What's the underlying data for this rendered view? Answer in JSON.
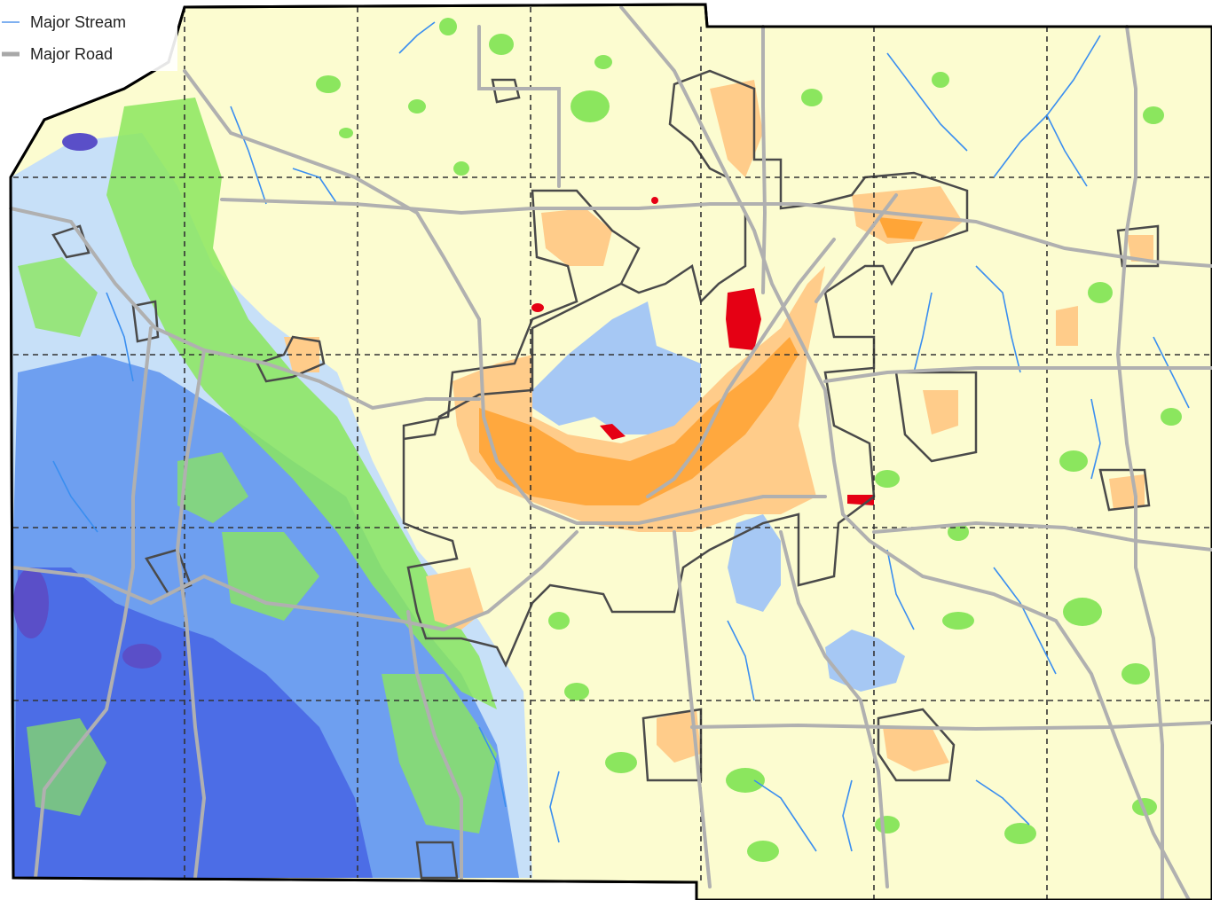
{
  "legend": {
    "items": [
      {
        "label": "Major Stream",
        "symbol": "stream-line",
        "color": "#7fb0f0"
      },
      {
        "label": "Major Road",
        "symbol": "road-line",
        "color": "#a8a8a8"
      }
    ]
  },
  "colors": {
    "background": "#fcfcd0",
    "low_light_blue": "#c7e0f8",
    "medium_blue": "#6e9ff0",
    "dark_blue": "#4c6de6",
    "deep_purple": "#5a4fc8",
    "green": "#8be65e",
    "lake": "#a6c8f4",
    "light_orange": "#ffcc8a",
    "orange": "#ff8a00",
    "red": "#e50014",
    "boundary": "#4a4a4a",
    "road": "#b0b0b0",
    "stream": "#3a8ef0"
  }
}
